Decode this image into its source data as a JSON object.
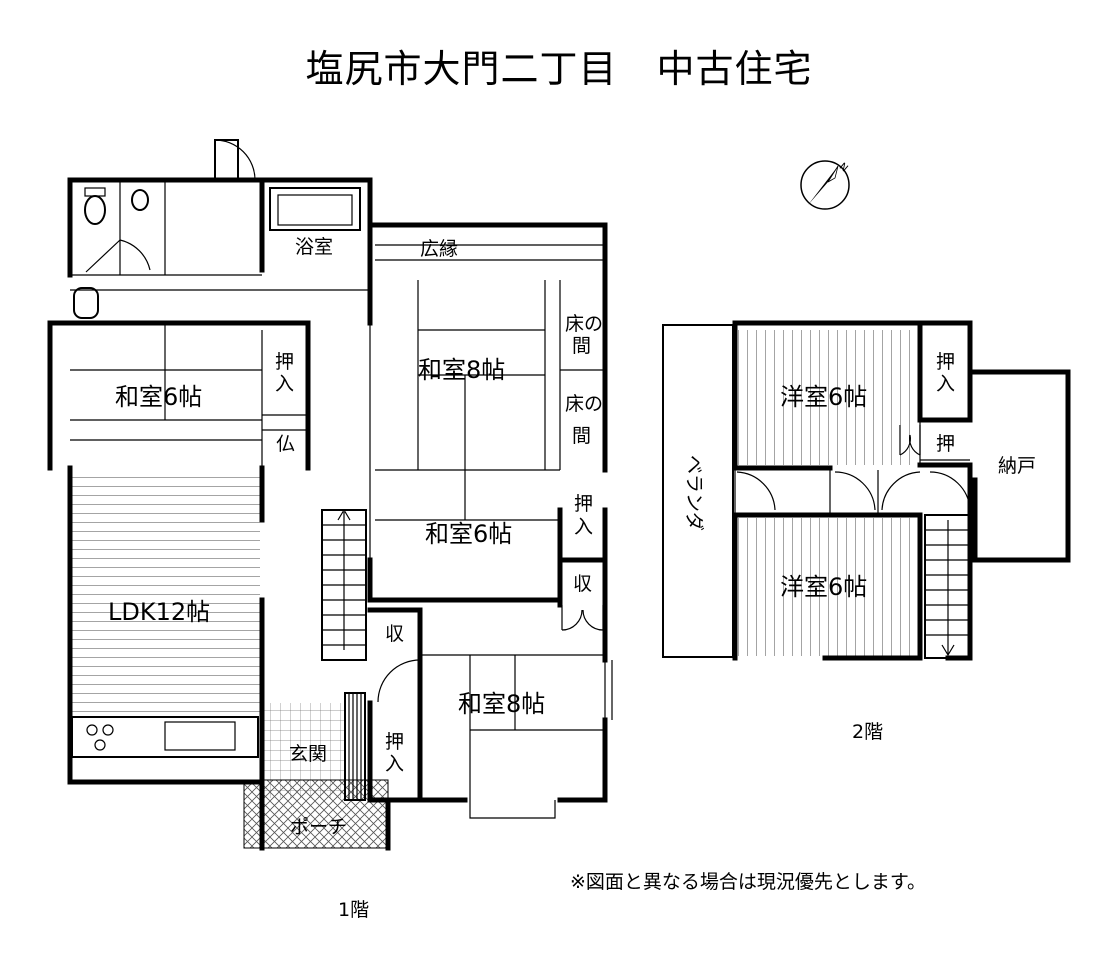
{
  "title": "塩尻市大門二丁目　中古住宅",
  "floor1": {
    "label": "1階",
    "rooms": {
      "washitsu6_west": "和室6帖",
      "ldk": "LDK12帖",
      "washitsu8_north": "和室8帖",
      "washitsu6_center": "和室6帖",
      "washitsu8_south": "和室8帖",
      "bath": "浴室",
      "hiroen": "広縁",
      "toko1_a": "床の",
      "toko1_b": "間",
      "toko2_a": "床の",
      "toko2_b": "間",
      "oshiire1_a": "押",
      "oshiire1_b": "入",
      "butsu": "仏",
      "oshiire2_a": "押",
      "oshiire2_b": "入",
      "shu1": "収",
      "shu2": "収",
      "genkan": "玄関",
      "oshiire3_a": "押",
      "oshiire3_b": "入",
      "porch": "ポーチ"
    }
  },
  "floor2": {
    "label": "2階",
    "rooms": {
      "yoshitsu_north": "洋室6帖",
      "yoshitsu_south": "洋室6帖",
      "oshiire_a": "押",
      "oshiire_b": "入",
      "oshi": "押",
      "nando": "納戸",
      "veranda": "ベランダ"
    }
  },
  "compass": "N",
  "note": "※図面と異なる場合は現況優先とします。"
}
